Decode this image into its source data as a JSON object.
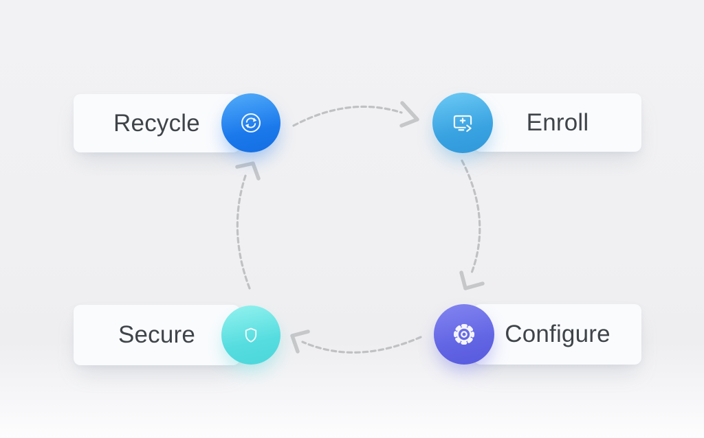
{
  "diagram": {
    "type": "cycle",
    "nodes": [
      {
        "id": "recycle",
        "label": "Recycle",
        "icon": "sync-icon",
        "position": "top-left",
        "circle_color_start": "#4fa9f9",
        "circle_color_end": "#136ee2"
      },
      {
        "id": "enroll",
        "label": "Enroll",
        "icon": "monitor-add-icon",
        "position": "top-right",
        "circle_color_start": "#69c8f4",
        "circle_color_end": "#2f98da"
      },
      {
        "id": "configure",
        "label": "Configure",
        "icon": "gear-icon",
        "position": "bottom-right",
        "circle_color_start": "#8183f0",
        "circle_color_end": "#585ade"
      },
      {
        "id": "secure",
        "label": "Secure",
        "icon": "shield-icon",
        "position": "bottom-left",
        "circle_color_start": "#90f1ee",
        "circle_color_end": "#4bd7db"
      }
    ],
    "arrows": [
      {
        "from": "Recycle",
        "to": "Enroll"
      },
      {
        "from": "Enroll",
        "to": "Configure"
      },
      {
        "from": "Configure",
        "to": "Secure"
      },
      {
        "from": "Secure",
        "to": "Recycle"
      }
    ],
    "colors": {
      "background": "#f0f0f2",
      "card": "#fafbfd",
      "label_text": "#3f4449",
      "arrow_dash": "#c0c1c3",
      "arrow_head": "#c6c7c9"
    }
  }
}
